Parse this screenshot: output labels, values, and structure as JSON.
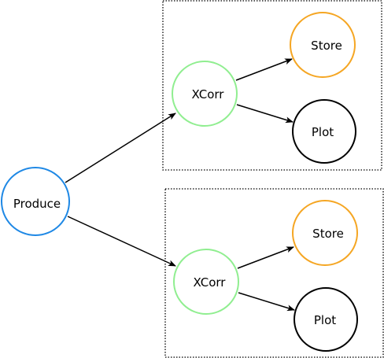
{
  "nodes": {
    "produce": {
      "label": "Produce",
      "color": "#1e88e5"
    },
    "group1": {
      "xcorr": {
        "label": "XCorr",
        "color": "#90ee90"
      },
      "store": {
        "label": "Store",
        "color": "#f5a623"
      },
      "plot": {
        "label": "Plot",
        "color": "#000000"
      }
    },
    "group2": {
      "xcorr": {
        "label": "XCorr",
        "color": "#90ee90"
      },
      "store": {
        "label": "Store",
        "color": "#f5a623"
      },
      "plot": {
        "label": "Plot",
        "color": "#000000"
      }
    }
  },
  "edges": [
    {
      "from": "Produce",
      "to": "XCorr"
    },
    {
      "from": "Produce",
      "to": "XCorr"
    },
    {
      "from": "XCorr",
      "to": "Store"
    },
    {
      "from": "XCorr",
      "to": "Plot"
    },
    {
      "from": "XCorr",
      "to": "Store"
    },
    {
      "from": "XCorr",
      "to": "Plot"
    }
  ]
}
